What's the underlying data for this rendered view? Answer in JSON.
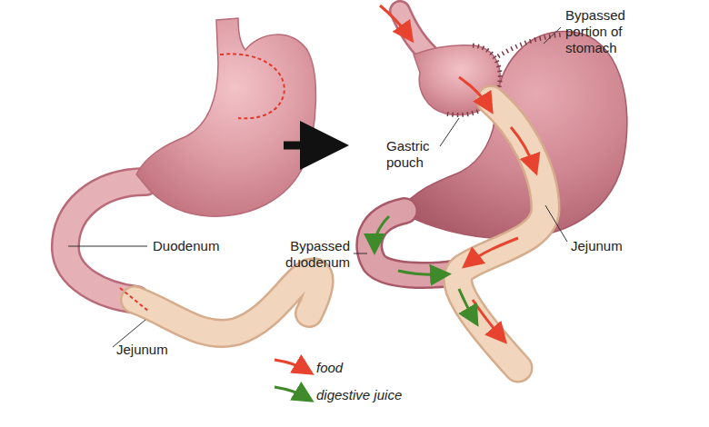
{
  "diagram": {
    "labels": [
      "Duodenum",
      "Jejunum",
      "Gastric pouch",
      "Bypassed portion of stomach",
      "Bypassed duodenum",
      "Jejunum"
    ],
    "legend": [
      {
        "text": "food"
      },
      {
        "text": "digestive juice"
      }
    ]
  }
}
